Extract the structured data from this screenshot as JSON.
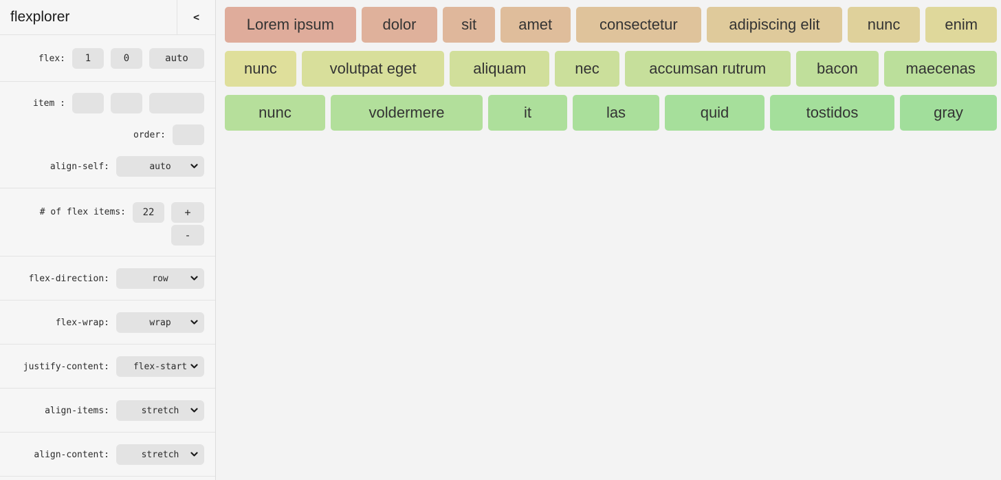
{
  "header": {
    "title": "flexplorer",
    "collapse_icon": "<"
  },
  "controls": {
    "flex": {
      "label": "flex:",
      "grow": "1",
      "shrink": "0",
      "basis": "auto"
    },
    "item": {
      "label": "item :",
      "values": [
        "",
        "",
        ""
      ]
    },
    "order": {
      "label": "order:",
      "value": ""
    },
    "align_self": {
      "label": "align-self:",
      "value": "auto"
    },
    "count": {
      "label": "# of flex items:",
      "value": "22",
      "plus": "+",
      "minus": "-"
    },
    "flex_direction": {
      "label": "flex-direction:",
      "value": "row"
    },
    "flex_wrap": {
      "label": "flex-wrap:",
      "value": "wrap"
    },
    "justify_content": {
      "label": "justify-content:",
      "value": "flex-start"
    },
    "align_items": {
      "label": "align-items:",
      "value": "stretch"
    },
    "align_content": {
      "label": "align-content:",
      "value": "stretch"
    }
  },
  "theme": {
    "sidebar_bg": "#f6f6f6",
    "main_bg": "#f3f3f3",
    "control_bg": "#e3e3e3",
    "divider": "#e3e3e3",
    "text": "#2b2b2b",
    "item_text": "#333333"
  },
  "main": {
    "items": [
      {
        "label": "Lorem ipsum",
        "color": "#dfac9b",
        "basis": 190
      },
      {
        "label": "dolor",
        "color": "#dfb19b",
        "basis": 110
      },
      {
        "label": "sit",
        "color": "#dfb79b",
        "basis": 75
      },
      {
        "label": "amet",
        "color": "#dfbd9b",
        "basis": 101
      },
      {
        "label": "consectetur",
        "color": "#dfc39b",
        "basis": 182
      },
      {
        "label": "adipiscing elit",
        "color": "#dfca9b",
        "basis": 196
      },
      {
        "label": "nunc",
        "color": "#dfd19b",
        "basis": 105
      },
      {
        "label": "enim",
        "color": "#dfd89b",
        "basis": 103
      },
      {
        "label": "nunc",
        "color": "#dfdf9b",
        "basis": 103
      },
      {
        "label": "volutpat eget",
        "color": "#d8df9b",
        "basis": 207
      },
      {
        "label": "aliquam",
        "color": "#d1df9b",
        "basis": 144
      },
      {
        "label": "nec",
        "color": "#cbdf9b",
        "basis": 93
      },
      {
        "label": "accumsan rutrum",
        "color": "#c6df9b",
        "basis": 240
      },
      {
        "label": "bacon",
        "color": "#c0df9b",
        "basis": 120
      },
      {
        "label": "maecenas",
        "color": "#bbdf9b",
        "basis": 163
      },
      {
        "label": "nunc",
        "color": "#b6df9b",
        "basis": 145
      },
      {
        "label": "voldermere",
        "color": "#b2df9b",
        "basis": 220
      },
      {
        "label": "it",
        "color": "#addf9b",
        "basis": 114
      },
      {
        "label": "las",
        "color": "#aadf9b",
        "basis": 125
      },
      {
        "label": "quid",
        "color": "#a6df9b",
        "basis": 144
      },
      {
        "label": "tostidos",
        "color": "#a4df9b",
        "basis": 180
      },
      {
        "label": "gray",
        "color": "#a1de9b",
        "basis": 140
      }
    ]
  }
}
